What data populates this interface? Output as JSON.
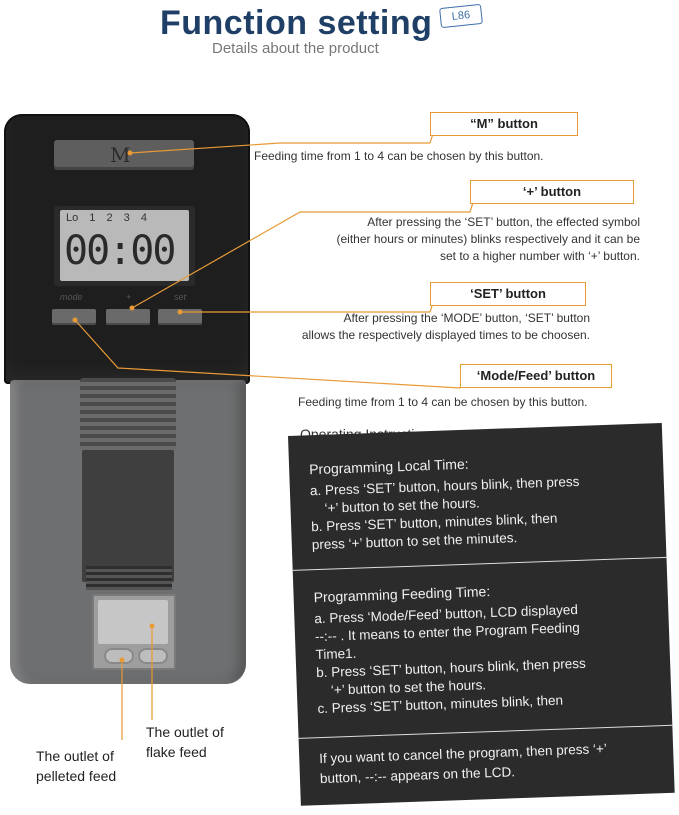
{
  "header": {
    "title": "Function setting",
    "badge": "L86",
    "subtitle": "Details about the product"
  },
  "device": {
    "m_key_label": "M",
    "lcd_slots": "Lo 1 2 3 4",
    "lcd_time": "00:00",
    "key_captions": [
      "mode",
      "+",
      "set"
    ]
  },
  "callouts": {
    "m_button": {
      "label": "“M” button",
      "text": "Feeding time from 1 to 4 can be chosen by this button."
    },
    "plus_button": {
      "label": "‘+’ button",
      "lines": [
        "After pressing the ‘SET’ button, the effected symbol",
        "(either hours or minutes) blinks respectively and it can be",
        "set to a higher number with ‘+’ button."
      ]
    },
    "set_button": {
      "label": "‘SET’ button",
      "lines": [
        "After pressing the ‘MODE’ button, ‘SET’ button",
        "allows the respectively displayed times to be choosen."
      ]
    },
    "mode_button": {
      "label": "‘Mode/Feed’ button",
      "text": "Feeding time from 1 to 4 can be chosen by this button."
    }
  },
  "instructions": {
    "title": "Operating Instruction",
    "local_time": {
      "heading": "Programming Local Time:",
      "lines": [
        "a. Press ‘SET’ button, hours blink, then press",
        "‘+’ button to set the hours.",
        "b. Press ‘SET’ button, minutes blink, then",
        "press ‘+’ button to set the minutes."
      ]
    },
    "feeding_time": {
      "heading": "Programming Feeding Time:",
      "lines": [
        "a. Press ‘Mode/Feed’ button, LCD displayed",
        "--:-- . It means to enter the Program Feeding",
        "Time1.",
        "b. Press ‘SET’ button, hours blink, then press",
        "‘+’ button to set the hours.",
        "c. Press ‘SET’ button, minutes blink, then"
      ]
    },
    "cancel": {
      "lines": [
        "If you want to cancel the program, then press ‘+’",
        "button, --:-- appears on the LCD."
      ]
    }
  },
  "outlets": {
    "flake": [
      "The outlet of",
      "flake feed"
    ],
    "pelleted": [
      "The outlet of",
      "pelleted feed"
    ]
  },
  "colors": {
    "title": "#1f3f66",
    "callout_border": "#e79a36",
    "panel_bg": "#2b2b2b"
  }
}
